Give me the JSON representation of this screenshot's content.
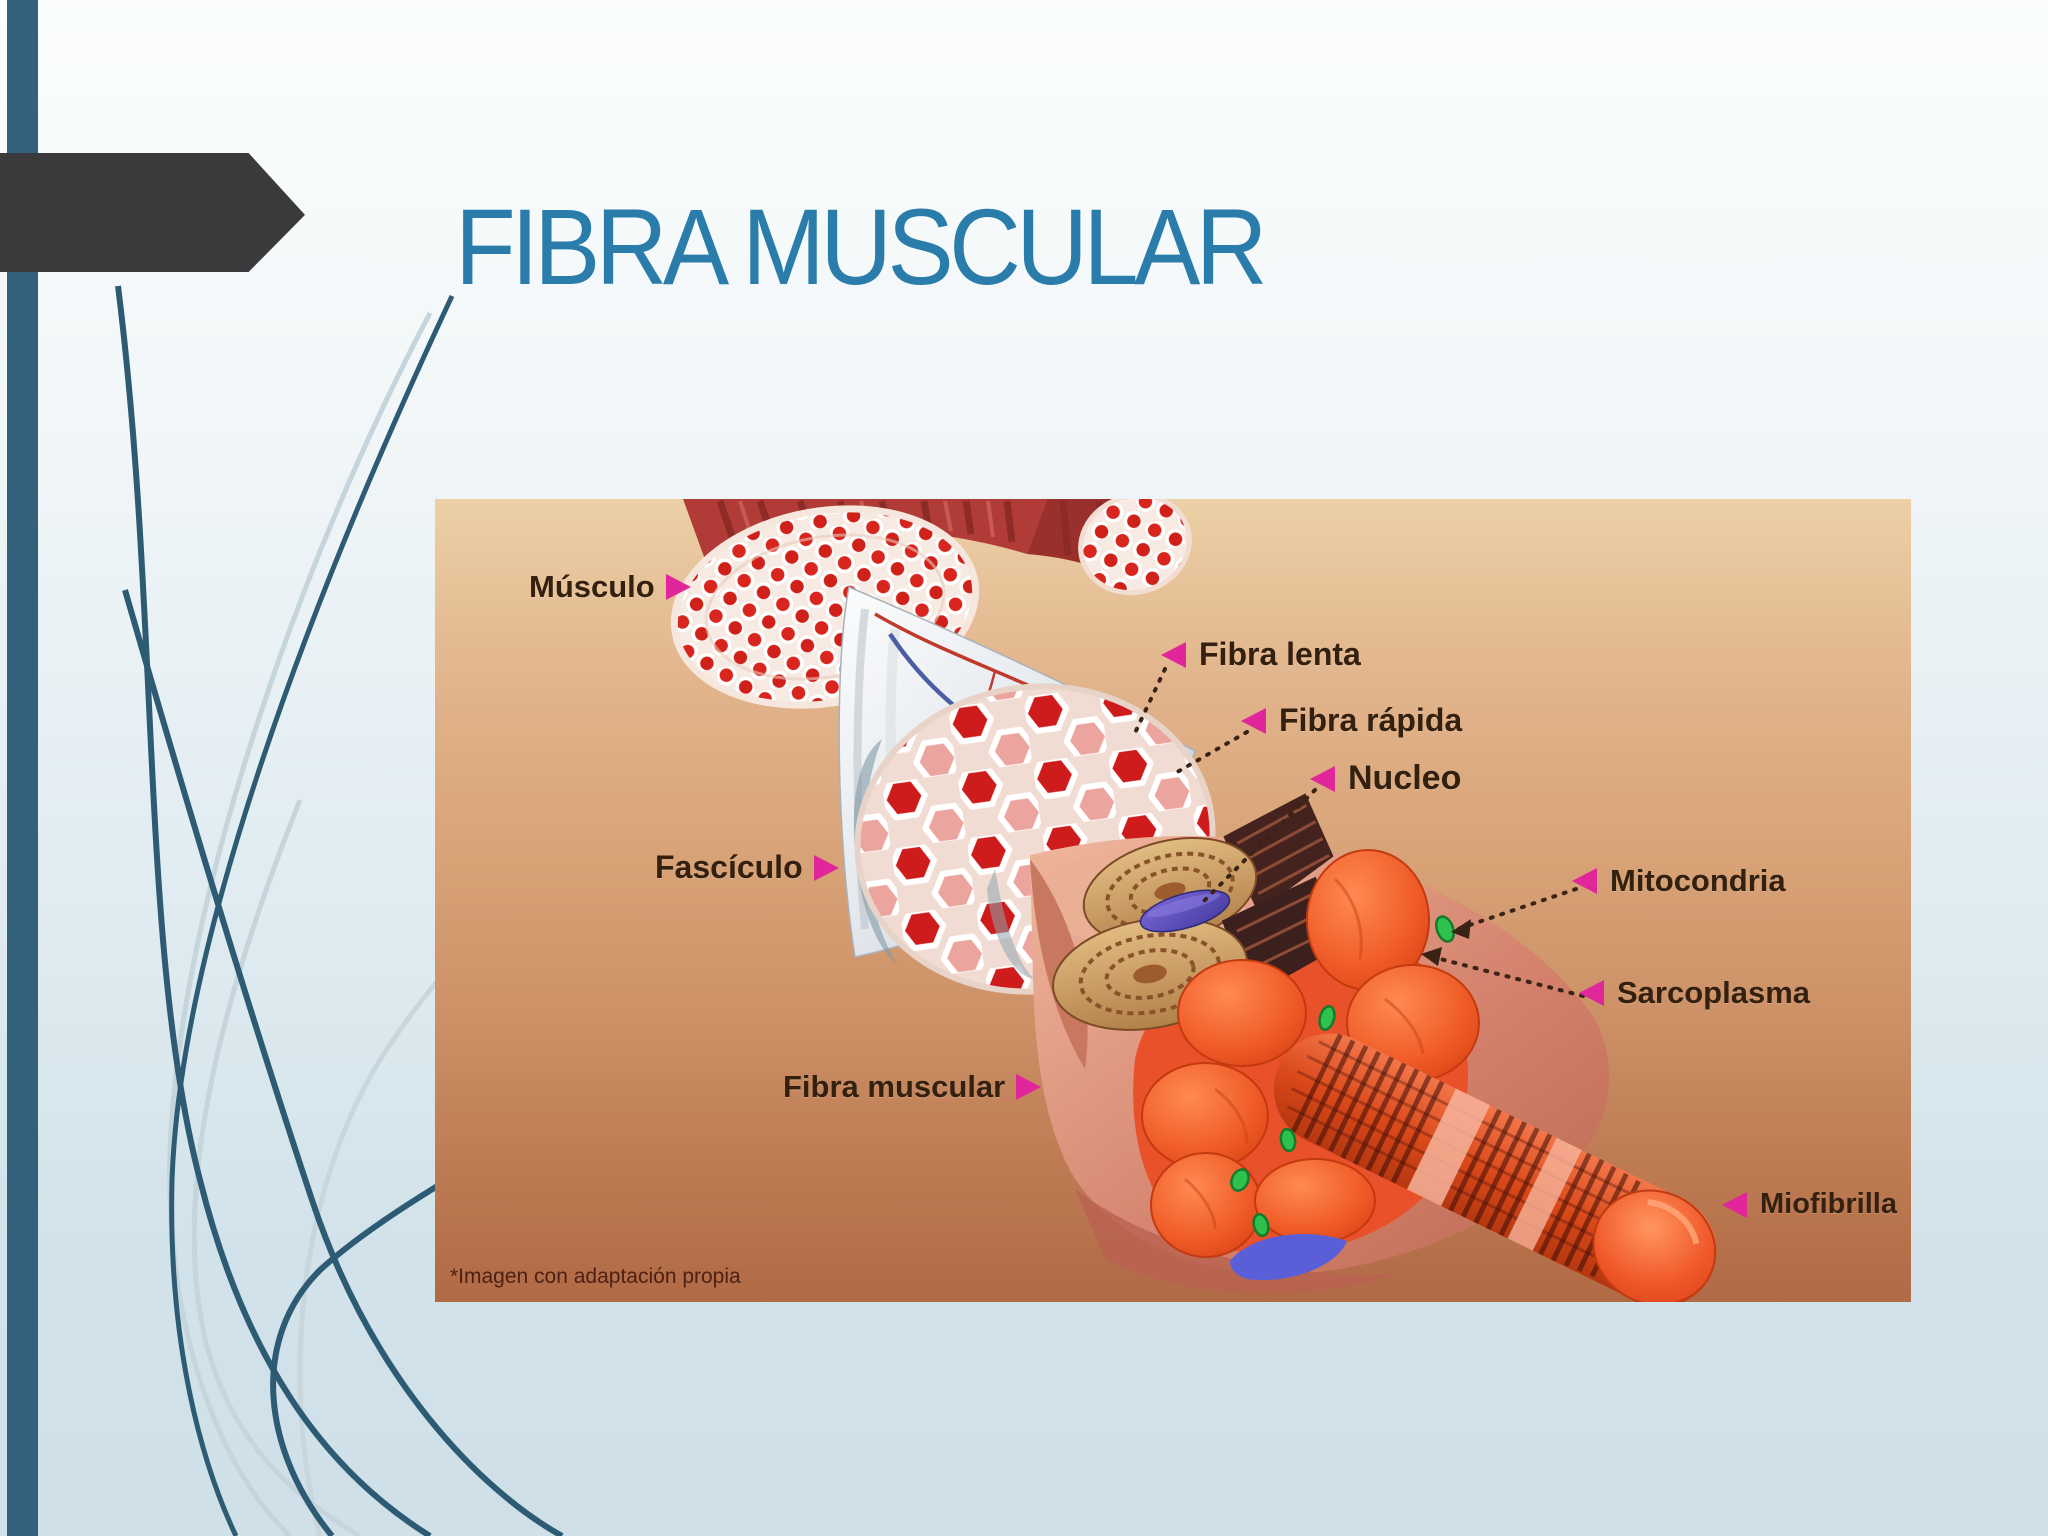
{
  "colors": {
    "accent-magenta": "#e0269a",
    "title-blue": "#2a7dab",
    "sidebar-teal": "#33617c",
    "arrow-gray": "#3a3a3c",
    "label-brown": "#33200f",
    "footnote-brown": "#4e2013"
  },
  "slide": {
    "title": "FIBRA MUSCULAR"
  },
  "diagram": {
    "labels": [
      {
        "id": "musculo",
        "text": "Músculo",
        "pointer": "right"
      },
      {
        "id": "fasciculo",
        "text": "Fascículo",
        "pointer": "right"
      },
      {
        "id": "fibra-muscular",
        "text": "Fibra muscular",
        "pointer": "right"
      },
      {
        "id": "fibra-lenta",
        "text": "Fibra lenta",
        "pointer": "left"
      },
      {
        "id": "fibra-rapida",
        "text": "Fibra rápida",
        "pointer": "left"
      },
      {
        "id": "nucleo",
        "text": "Nucleo",
        "pointer": "left"
      },
      {
        "id": "mitocondria",
        "text": "Mitocondria",
        "pointer": "left"
      },
      {
        "id": "sarcoplasma",
        "text": "Sarcoplasma",
        "pointer": "left"
      },
      {
        "id": "miofibrilla",
        "text": "Miofibrilla",
        "pointer": "left"
      }
    ],
    "footnote": "*Imagen con adaptación propia"
  }
}
